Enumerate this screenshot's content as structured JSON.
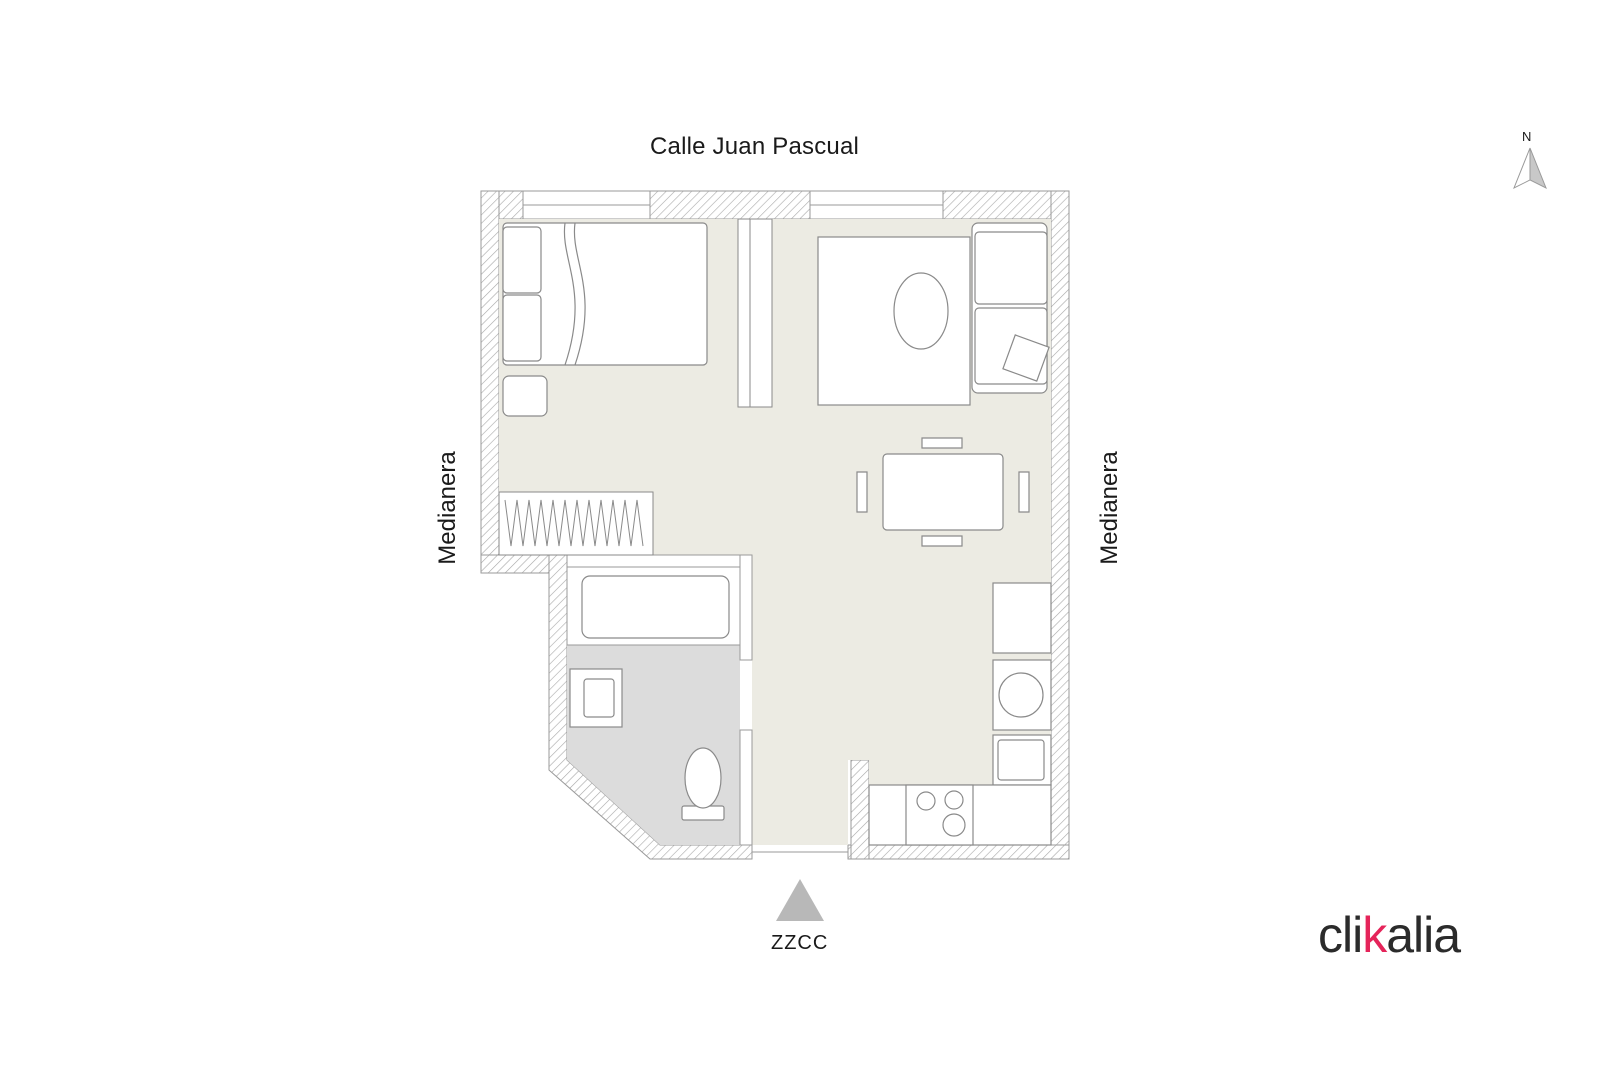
{
  "labels": {
    "street": "Calle Juan Pascual",
    "left_wall": "Medianera",
    "right_wall": "Medianera",
    "entrance": "ZZCC",
    "north": "N"
  },
  "logo": {
    "text_start": "cli",
    "text_accent": "k",
    "text_end": "alia"
  },
  "colors": {
    "wall": "#9a9a9a",
    "floor": "#ecebe3",
    "bathroom_floor": "#dcdcdc",
    "furniture_stroke": "#8a8a8a",
    "accent": "#e5245a",
    "entrance_marker": "#b8b8b8"
  },
  "icons": [
    "north-arrow-icon",
    "entrance-arrow-icon"
  ]
}
